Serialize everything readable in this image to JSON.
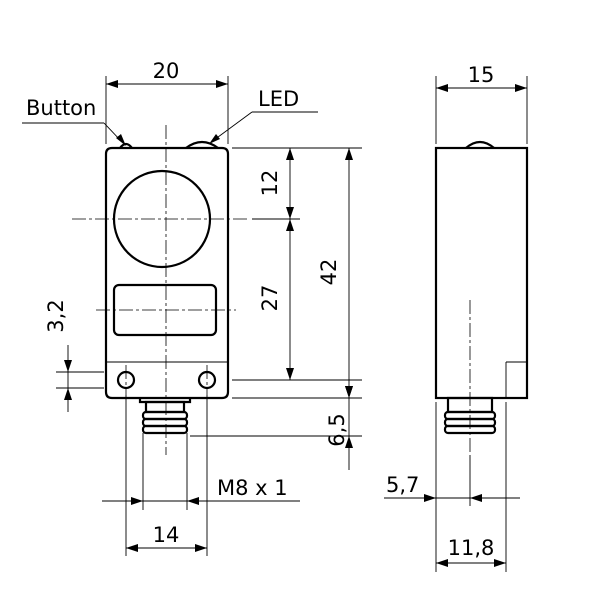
{
  "labels": {
    "button": "Button",
    "led": "LED",
    "thread": "M8 x 1"
  },
  "dimensions": {
    "front_width": "20",
    "side_width": "15",
    "lens_offset": "12",
    "window_offset": "27",
    "total_height": "42",
    "mount_hole_offset": "3,2",
    "connector_length": "6,5",
    "mount_hole_spacing": "14",
    "side_offset": "5,7",
    "side_connector_offset": "11,8"
  }
}
